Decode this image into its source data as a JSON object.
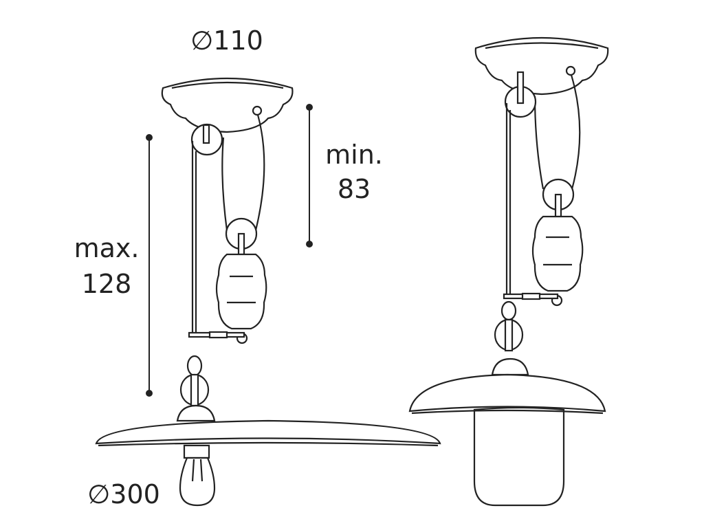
{
  "labels": {
    "canopy_diameter": "∅110",
    "min_label": "min.",
    "min_value": "83",
    "max_label": "max.",
    "max_value": "128",
    "shade_diameter": "∅300"
  },
  "colors": {
    "line": "#222222",
    "background": "#ffffff"
  }
}
